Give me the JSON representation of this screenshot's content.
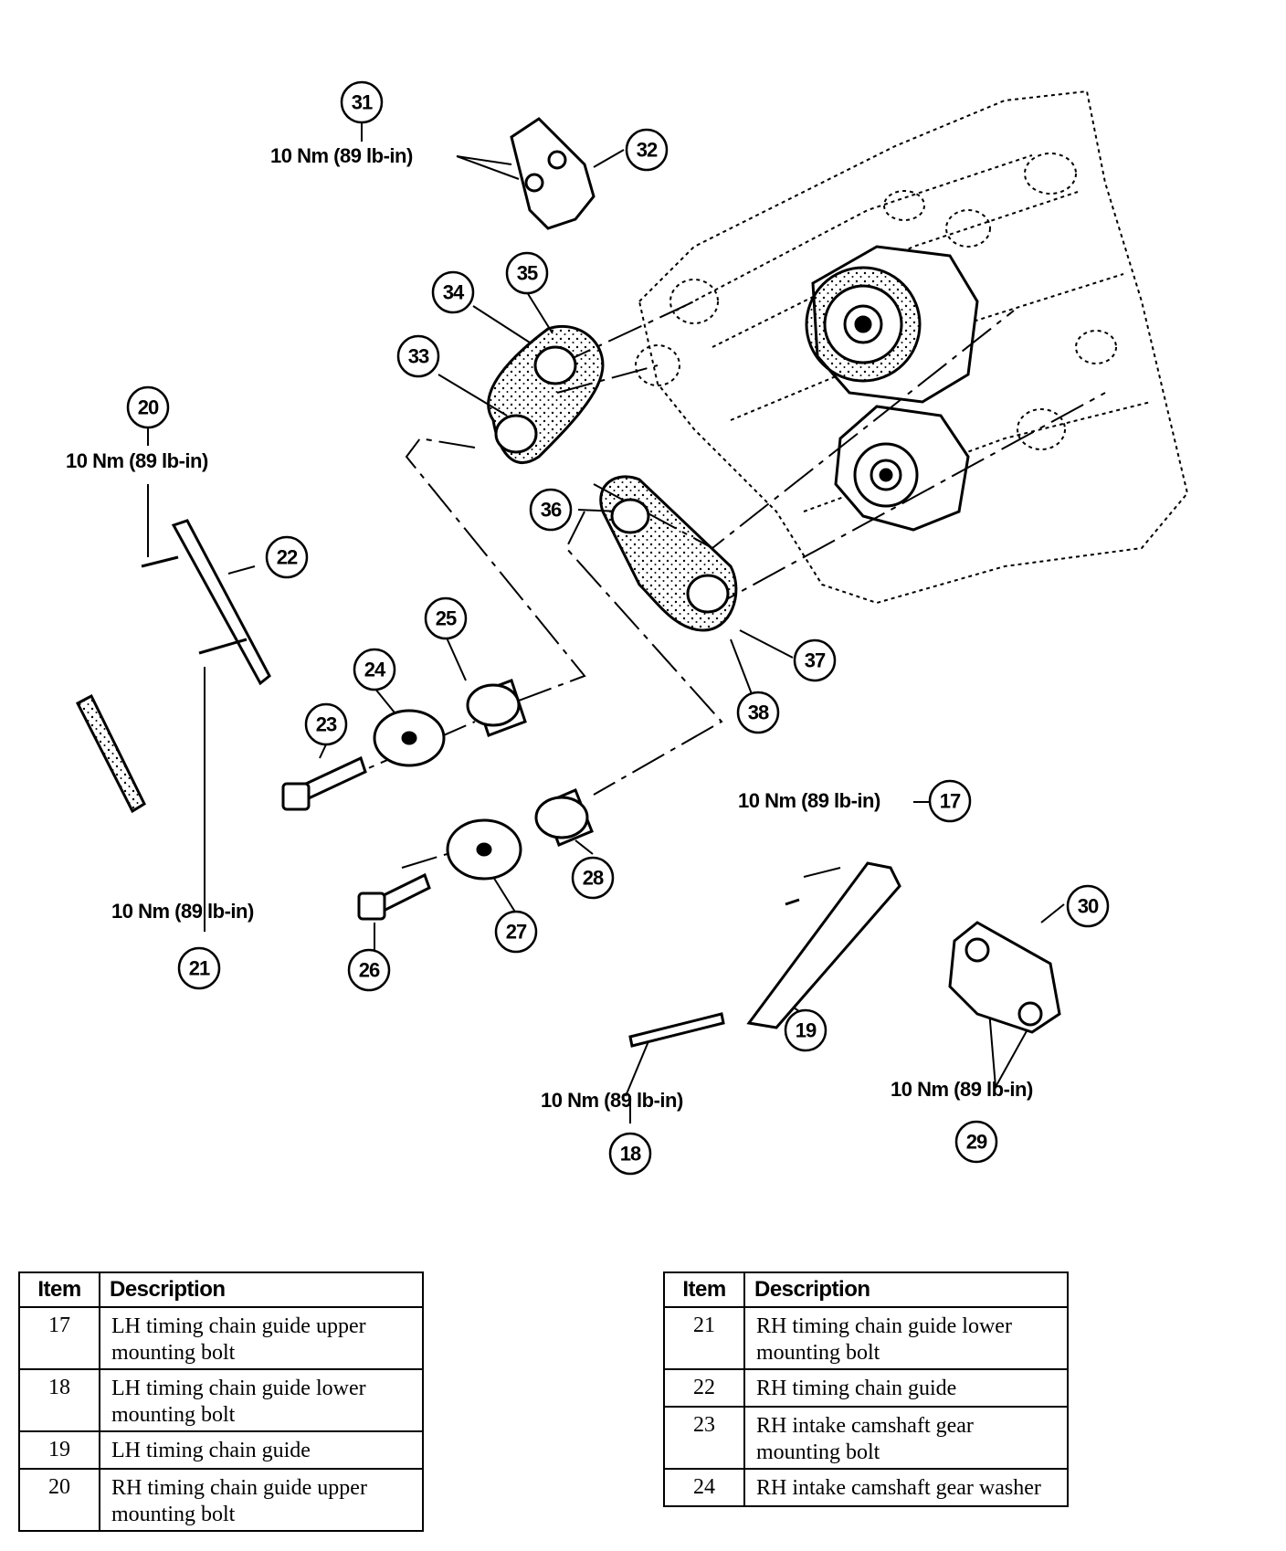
{
  "torque_spec": "10 Nm (89 lb-in)",
  "callouts": [
    "17",
    "18",
    "19",
    "20",
    "21",
    "22",
    "23",
    "24",
    "25",
    "26",
    "27",
    "28",
    "29",
    "30",
    "31",
    "32",
    "33",
    "34",
    "35",
    "36",
    "37",
    "38"
  ],
  "legend_left": {
    "header_item": "Item",
    "header_desc": "Description",
    "rows": [
      {
        "item": "17",
        "desc": "LH timing chain guide upper mounting bolt"
      },
      {
        "item": "18",
        "desc": "LH timing chain guide lower mounting bolt"
      },
      {
        "item": "19",
        "desc": "LH timing chain guide"
      },
      {
        "item": "20",
        "desc": "RH timing chain guide upper mounting bolt"
      }
    ]
  },
  "legend_right": {
    "header_item": "Item",
    "header_desc": "Description",
    "rows": [
      {
        "item": "21",
        "desc": "RH timing chain guide lower mounting bolt"
      },
      {
        "item": "22",
        "desc": "RH timing chain guide"
      },
      {
        "item": "23",
        "desc": "RH intake camshaft gear mounting bolt"
      },
      {
        "item": "24",
        "desc": "RH intake camshaft gear washer"
      }
    ]
  }
}
